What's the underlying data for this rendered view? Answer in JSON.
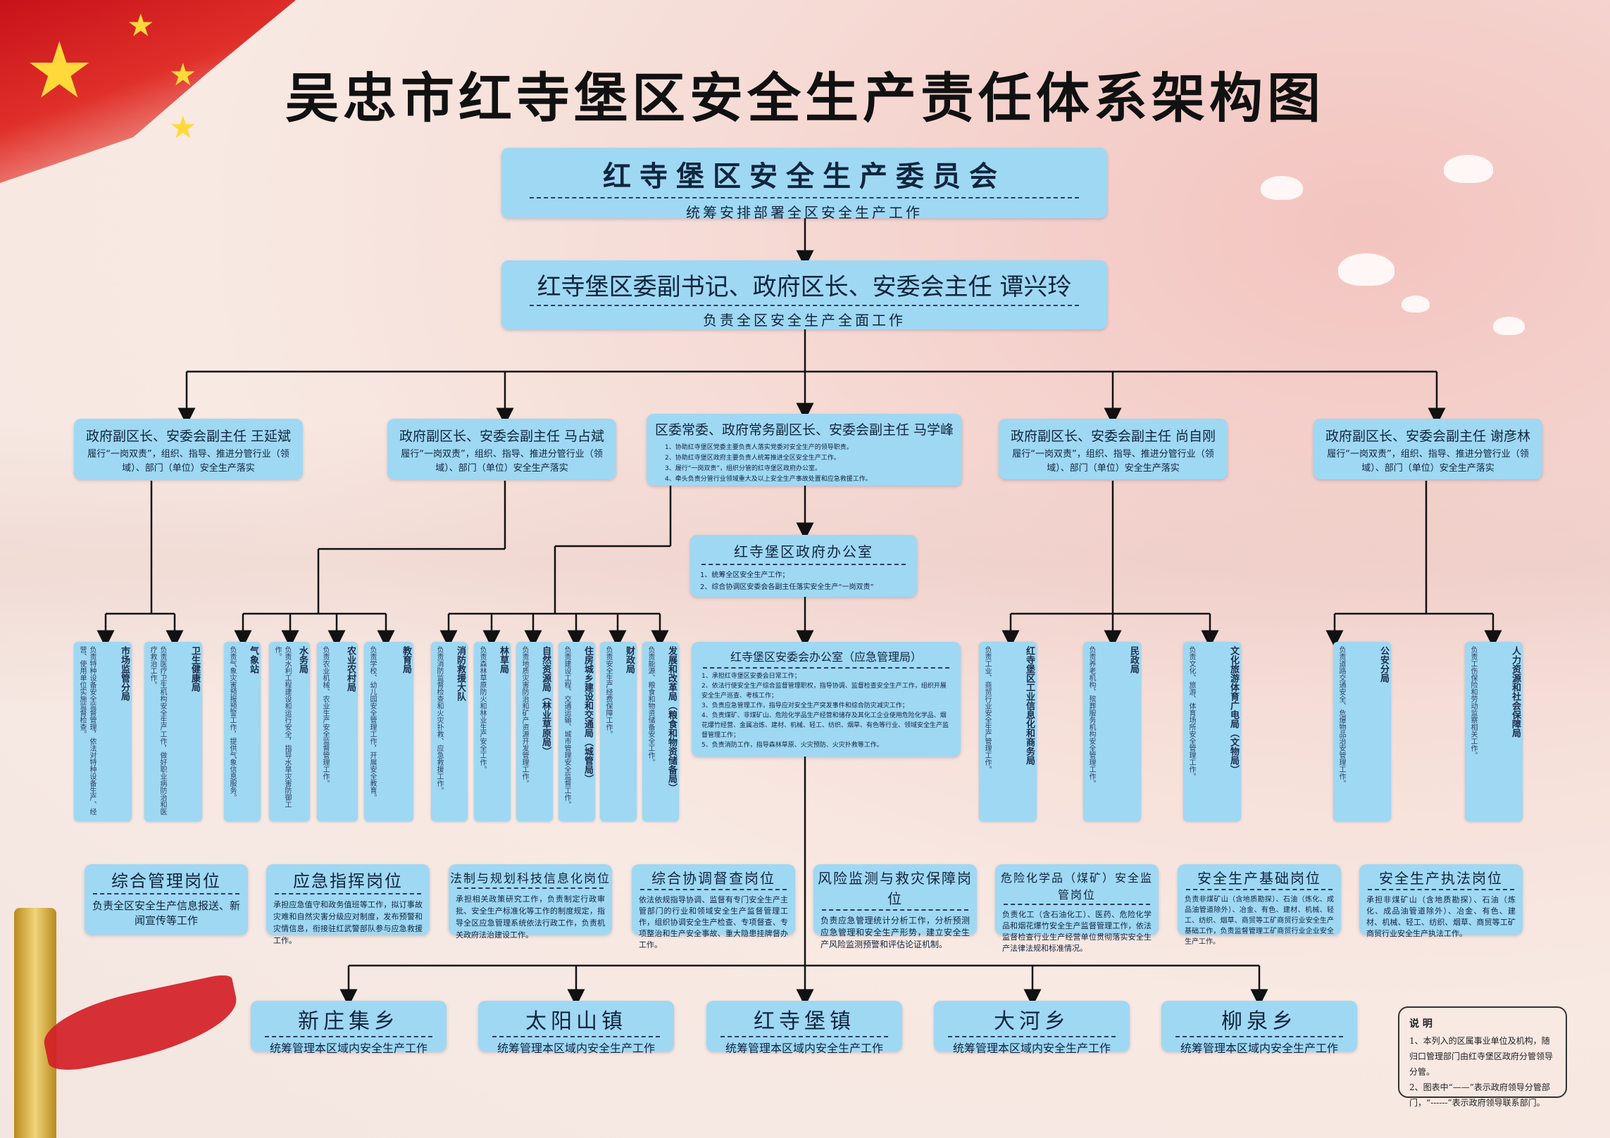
{
  "title": "吴忠市红寺堡区安全生产责任体系架构图",
  "committee": {
    "title": "红寺堡区安全生产委员会",
    "desc": "统筹安排部署全区安全生产工作"
  },
  "director": {
    "title": "红寺堡区委副书记、政府区长、安委会主任 谭兴玲",
    "desc": "负责全区安全生产全面工作"
  },
  "deputies": [
    {
      "title": "政府副区长、安委会副主任 王延斌",
      "desc": "履行“一岗双责”，组织、指导、推进分管行业（领域）、部门（单位）安全生产落实"
    },
    {
      "title": "政府副区长、安委会副主任 马占斌",
      "desc": "履行“一岗双责”，组织、指导、推进分管行业（领域）、部门（单位）安全生产落实"
    },
    {
      "title": "区委常委、政府常务副区长、安委会副主任 马学峰",
      "items": [
        "1、协助红寺堡区党委主要负责人落实党委对安全生产的领导职责。",
        "2、协助红寺堡区政府主要负责人统筹推进全区安全生产工作。",
        "3、履行“一岗双责”，组织分管的红寺堡区政府办公室。",
        "4、牵头负责分管行业领域重大及以上安全生产事故处置和应急救援工作。"
      ]
    },
    {
      "title": "政府副区长、安委会副主任 尚自刚",
      "desc": "履行“一岗双责”，组织、指导、推进分管行业（领域）、部门（单位）安全生产落实"
    },
    {
      "title": "政府副区长、安委会副主任 谢彦林",
      "desc": "履行“一岗双责”，组织、指导、推进分管行业（领域）、部门（单位）安全生产落实"
    }
  ],
  "gov_office": {
    "title": "红寺堡区政府办公室",
    "items": [
      "1、统筹全区安全生产工作；",
      "2、综合协调区安委会各副主任落实安全生产“一岗双责”"
    ]
  },
  "safety_office": {
    "title": "红寺堡区安委会办公室（应急管理局）",
    "items": [
      "1、承担红寺堡区安委会日常工作；",
      "2、依法行使安全生产综合监督管理职权，指导协调、监督检查安全生产工作，组织开展安全生产巡查、考核工作；",
      "3、负责应急管理工作，指导应对安全生产突发事件和综合防灾减灾工作；",
      "4、负责煤矿、非煤矿山、危险化学品生产经营和储存及其化工企业使用危险化学品、烟花爆竹经营、金属冶炼、建材、机械、轻工、纺织、烟草、有色等行业、领域安全生产监督管理工作；",
      "5、负责消防工作，指导森林草原、火灾预防、火灾扑救等工作。"
    ]
  },
  "departments": [
    {
      "name": "市场监管分局",
      "desc": "负责特种设备安全监督管理，依法对特种设备生产、经营、使用单位实施监督检查。"
    },
    {
      "name": "卫生健康局",
      "desc": "负责医疗卫生机构安全生产工作，做好职业病防治和医疗救治工作。"
    },
    {
      "name": "气象站",
      "desc": "负责气象灾害预报预警工作，提供气象信息服务。"
    },
    {
      "name": "水务局",
      "desc": "负责水利工程建设和运行安全，指导水旱灾害防御工作。"
    },
    {
      "name": "农业农村局",
      "desc": "负责农业机械、农业生产安全监督管理工作。"
    },
    {
      "name": "教育局",
      "desc": "负责学校、幼儿园安全管理工作，开展安全教育。"
    },
    {
      "name": "消防救援大队",
      "desc": "负责消防监督检查和火灾扑救、应急救援工作。"
    },
    {
      "name": "林草局",
      "desc": "负责森林草原防火和林业生产安全工作。"
    },
    {
      "name": "自然资源局（林业草原局）",
      "desc": "负责地质灾害防治和矿产资源开发管理工作。"
    },
    {
      "name": "住房城乡建设和交通局（城管局）",
      "desc": "负责建设工程、交通运输、城市管理安全监督工作。"
    },
    {
      "name": "财政局",
      "desc": "负责安全生产经费保障工作。"
    },
    {
      "name": "发展和改革局（粮食和物资储备局）",
      "desc": "负责能源、粮食和物资储备安全工作。"
    },
    {
      "name": "红寺堡区工业信息化和商务局",
      "desc": "负责工业、商贸行业安全生产管理工作。"
    },
    {
      "name": "民政局",
      "desc": "负责养老机构、殡葬服务机构安全管理工作。"
    },
    {
      "name": "文化旅游体育广电局（文物局）",
      "desc": "负责文化、旅游、体育场所安全管理工作。"
    },
    {
      "name": "公安分局",
      "desc": "负责道路交通安全、危爆物品治安管理工作。"
    },
    {
      "name": "人力资源和社会保障局",
      "desc": "负责工伤保险和劳动监察相关工作。"
    }
  ],
  "posts": [
    {
      "title": "综合管理岗位",
      "desc": "负责全区安全生产信息报送、新闻宣传等工作"
    },
    {
      "title": "应急指挥岗位",
      "desc": "承担应急值守和政务值班等工作，拟订事故灾难和自然灾害分级应对制度，发布预警和灾情信息，衔接驻红武警部队参与应急救援工作。"
    },
    {
      "title": "法制与规划科技信息化岗位",
      "desc": "承担相关政策研究工作，负责制定行政审批、安全生产标准化等工作的制度规定，指导全区应急管理系统依法行政工作，负责机关政府法治建设工作。"
    },
    {
      "title": "综合协调督查岗位",
      "desc": "依法依规指导协调、监督有专门安全生产主管部门的行业和领域安全生产监督管理工作，组织协调安全生产检查、专项督查、专项整治和生产安全事故、重大隐患挂牌督办工作。"
    },
    {
      "title": "风险监测与救灾保障岗位",
      "desc": "负责应急管理统计分析工作，分析预测应急管理和安全生产形势，建立安全生产风险监测预警和评估论证机制。"
    },
    {
      "title": "危险化学品（煤矿）安全监管岗位",
      "desc": "负责化工（含石油化工）、医药、危险化学品和烟花爆竹安全生产监督管理工作，依法监督检查行业生产经营单位贯彻落实安全生产法律法规和标准情况。"
    },
    {
      "title": "安全生产基础岗位",
      "desc": "负责非煤矿山（含地质勘探）、石油（炼化、成品油管道除外）、冶金、有色、建材、机械、轻工、纺织、烟草、商贸等工矿商贸行业安全生产基础工作，负责监督管理工矿商贸行业企业安全生产工作。"
    },
    {
      "title": "安全生产执法岗位",
      "desc": "承担非煤矿山（含地质勘探）、石油（炼化、成品油管道除外）、冶金、有色、建材、机械、轻工、纺织、烟草、商贸等工矿商贸行业安全生产执法工作。"
    }
  ],
  "towns": [
    {
      "name": "新庄集乡",
      "desc": "统筹管理本区域内安全生产工作"
    },
    {
      "name": "太阳山镇",
      "desc": "统筹管理本区域内安全生产工作"
    },
    {
      "name": "红寺堡镇",
      "desc": "统筹管理本区域内安全生产工作"
    },
    {
      "name": "大河乡",
      "desc": "统筹管理本区域内安全生产工作"
    },
    {
      "name": "柳泉乡",
      "desc": "统筹管理本区域内安全生产工作"
    }
  ],
  "note": {
    "title": "说 明",
    "lines": [
      "1、本列入的区属事业单位及机构，随归口管理部门由红寺堡区政府分管领导分管。",
      "2、图表中“——”表示政府领导分管部门，“------”表示政府领导联系部门。"
    ]
  },
  "colors": {
    "box": "#9fd8f3",
    "line": "#111111",
    "flag": "#d21f26"
  }
}
